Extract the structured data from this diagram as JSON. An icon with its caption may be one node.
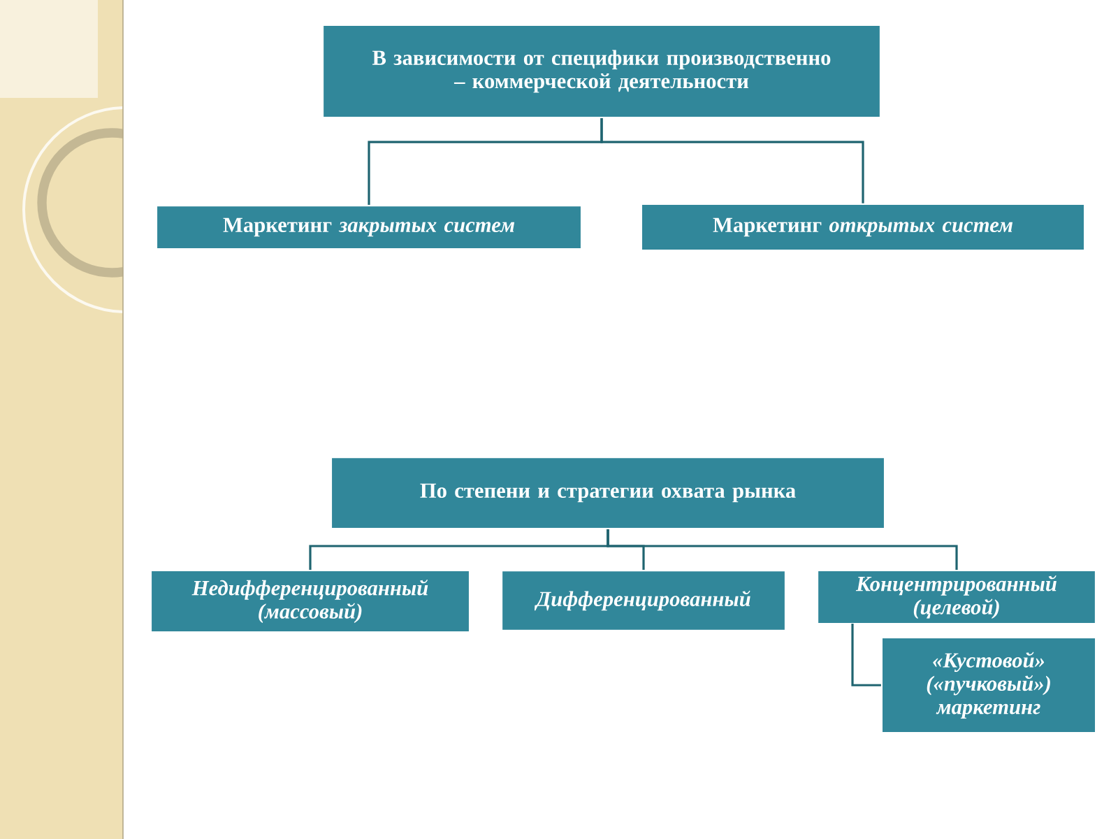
{
  "diagram": {
    "nodes": [
      {
        "text": [
          "В зависимости от специфики производственно – коммерческой деятельности"
        ]
      },
      {
        "text": [
          "Маркетинг *закрытых систем*"
        ]
      },
      {
        "text": [
          "Маркетинг *открытых систем*"
        ]
      },
      {
        "text": [
          "По степени и стратегии охвата рынка"
        ]
      },
      {
        "text": [
          "Недифференцированный (массовый)"
        ]
      },
      {
        "text": [
          "Дифференцированный"
        ]
      },
      {
        "text": [
          "Концентрированный (целевой)"
        ]
      },
      {
        "text": [
          "«Кустовой» («пучковый») маркетинг"
        ]
      }
    ],
    "edges": [
      {
        "from": 0,
        "to": 1,
        "arrow": "none"
      },
      {
        "from": 0,
        "to": 2,
        "arrow": "none"
      },
      {
        "from": 3,
        "to": 4,
        "arrow": "none"
      },
      {
        "from": 3,
        "to": 5,
        "arrow": "none"
      },
      {
        "from": 3,
        "to": 6,
        "arrow": "none"
      },
      {
        "from": 6,
        "to": 7,
        "arrow": "none"
      }
    ]
  }
}
